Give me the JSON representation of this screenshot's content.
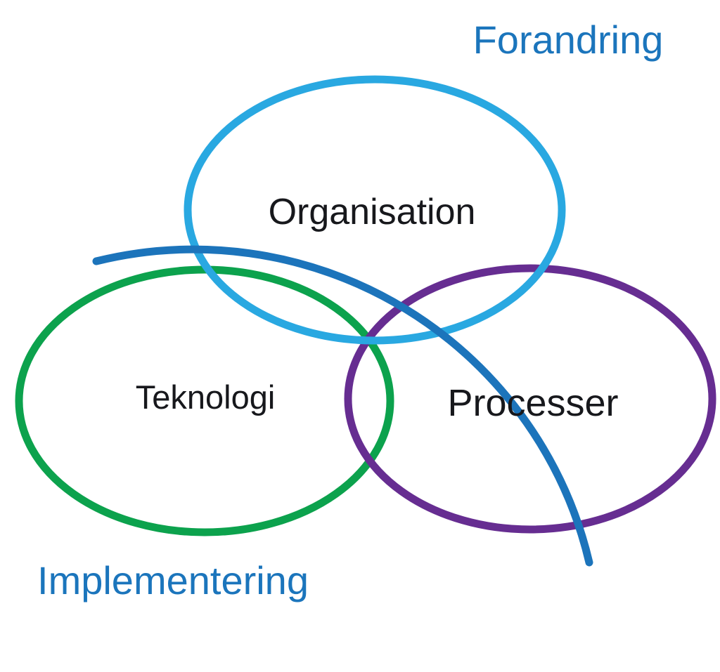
{
  "diagram": {
    "background_color": "#ffffff",
    "node_label_color": "#17181c",
    "ellipses": [
      {
        "id": "organisation",
        "label": "Organisation",
        "color": "#29a8e1"
      },
      {
        "id": "teknologi",
        "label": "Teknologi",
        "color": "#0ca24d"
      },
      {
        "id": "processer",
        "label": "Processer",
        "color": "#662d91"
      }
    ],
    "arc": {
      "name": "change-swoosh",
      "color": "#1c74bb"
    },
    "annotations": [
      {
        "id": "forandring",
        "label": "Forandring",
        "color": "#1b75bc"
      },
      {
        "id": "implementering",
        "label": "Implementering",
        "color": "#1b75bc"
      }
    ]
  }
}
